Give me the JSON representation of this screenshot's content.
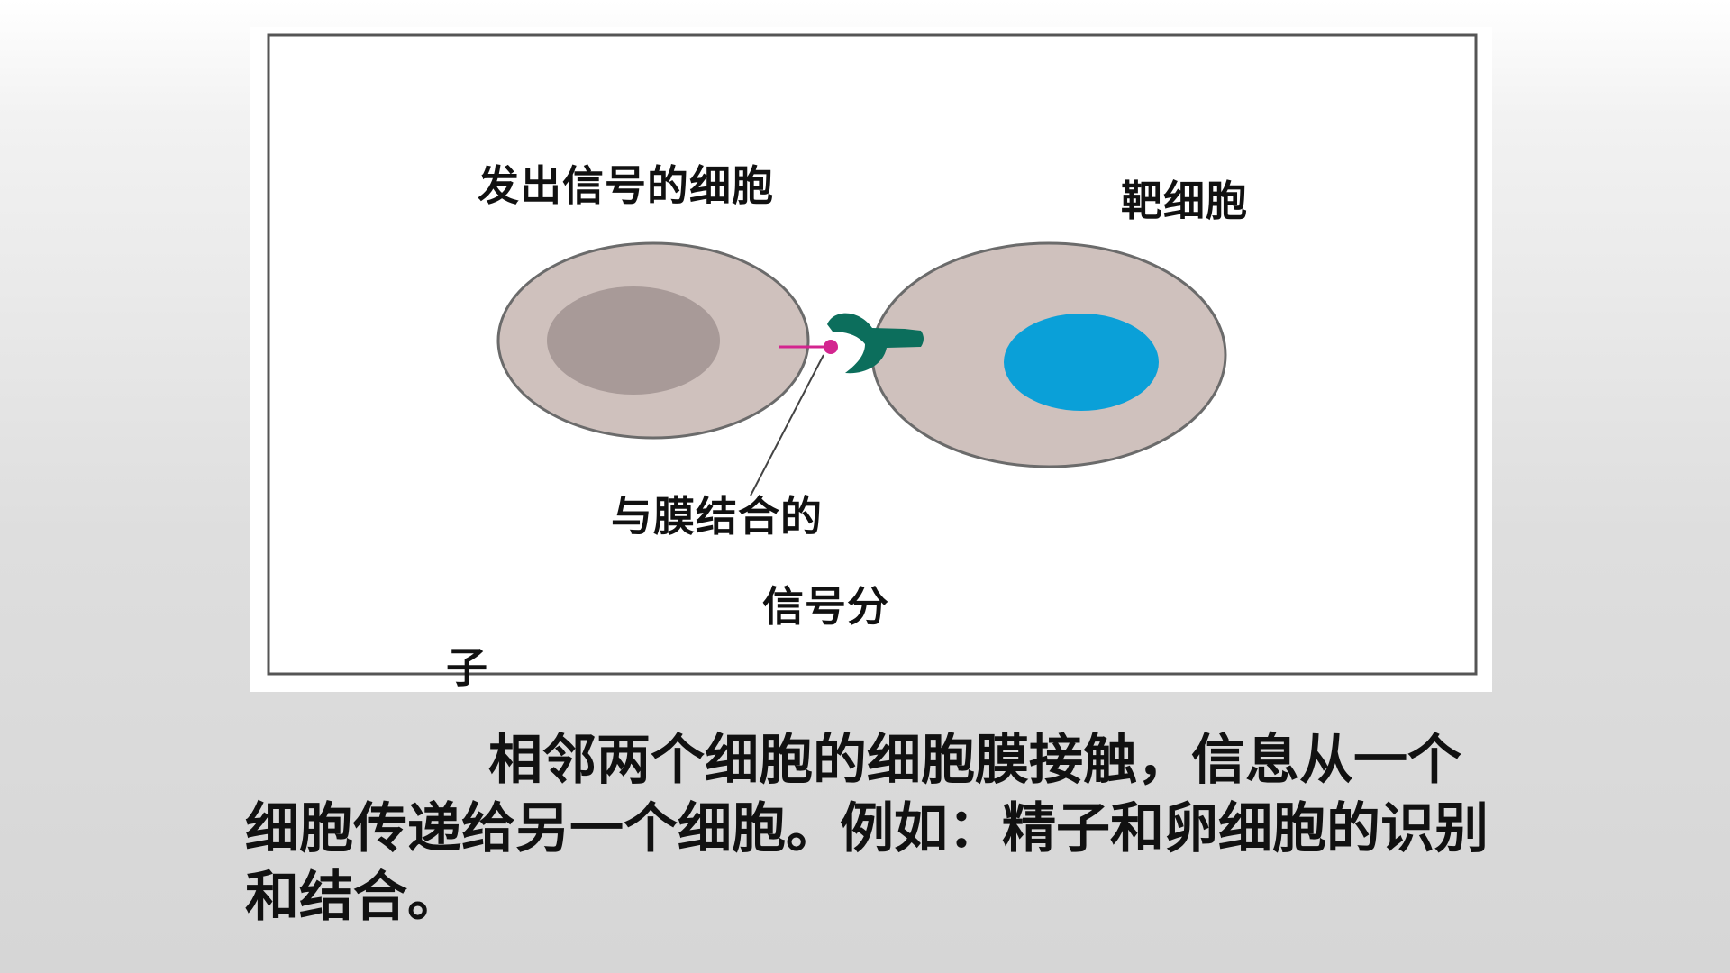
{
  "diagram": {
    "labels": {
      "sender_cell": "发出信号的细胞",
      "target_cell": "靶细胞",
      "signal_molecule_line1": "与膜结合的",
      "signal_molecule_line2": "信号分",
      "signal_molecule_line3": "子"
    },
    "colors": {
      "cell_fill": "#cfc1bd",
      "cell_outline": "#6b6b6b",
      "sender_nucleus": "#a89a98",
      "target_nucleus": "#0aa0d8",
      "receptor": "#0c6e5c",
      "signal_molecule": "#d3258f",
      "frame_border": "#555555"
    }
  },
  "caption": {
    "text": "相邻两个细胞的细胞膜接触，信息从一个细胞传递给另一个细胞。例如：精子和卵细胞的识别和结合。"
  }
}
